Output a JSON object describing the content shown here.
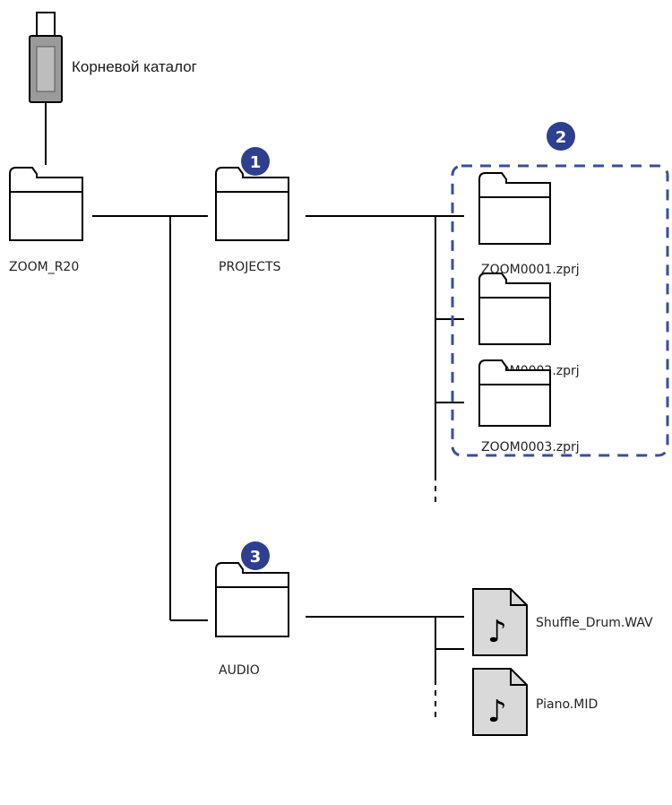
{
  "root_label": "Корневой каталог",
  "colors": {
    "line": "#000000",
    "badge": "#2e3f8f",
    "dashed_box": "#3b4f96",
    "file_fill": "#d9d9d9",
    "usb_body": "#9a9a9a"
  },
  "folders": {
    "root": "ZOOM_R20",
    "projects": "PROJECTS",
    "audio": "AUDIO",
    "project_files": [
      "ZOOM0001.zprj",
      "ZOOM0002.zprj",
      "ZOOM0003.zprj"
    ]
  },
  "audio_files": [
    "Shuffle_Drum.WAV",
    "Piano.MID"
  ],
  "badges": [
    "1",
    "2",
    "3"
  ],
  "icons": {
    "usb": "usb-drive-icon",
    "folder": "folder-icon",
    "audio_file": "music-file-icon"
  }
}
